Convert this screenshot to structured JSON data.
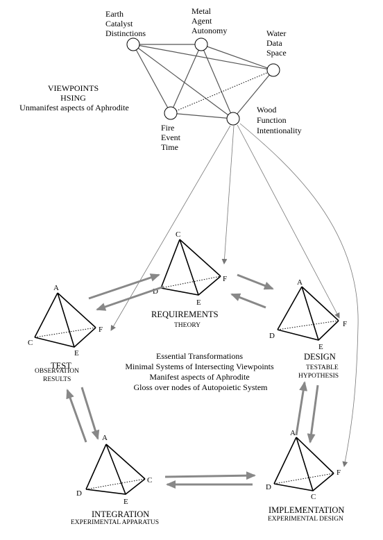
{
  "nodes": {
    "earth": [
      "Earth",
      "Catalyst",
      "Distinctions"
    ],
    "metal": [
      "Metal",
      "Agent",
      "Autonomy"
    ],
    "water": [
      "Water",
      "Data",
      "Space"
    ],
    "fire": [
      "Fire",
      "Event",
      "Time"
    ],
    "wood": [
      "Wood",
      "Function",
      "Intentionality"
    ]
  },
  "viewpoints": [
    "VIEWPOINTS",
    "HSING",
    "Unmanifest aspects of Aphrodite"
  ],
  "center_text": [
    "Essential Transformations",
    "Minimal Systems of Intersecting Viewpoints",
    "Manifest aspects of Aphrodite",
    "Gloss over nodes of Autopoietic System"
  ],
  "tetrahedra": {
    "requirements": {
      "title": "REQUIREMENTS",
      "subtitle": "THEORY",
      "vertices": {
        "C": "C",
        "D": "D",
        "E": "E",
        "F": "F"
      }
    },
    "design": {
      "title": "DESIGN",
      "subtitle": [
        "TESTABLE",
        "HYPOTHESIS"
      ],
      "vertices": {
        "A": "A",
        "D": "D",
        "E": "E",
        "F": "F"
      }
    },
    "test": {
      "title": "TEST",
      "subtitle": [
        "OBSERVATION",
        "RESULTS"
      ],
      "vertices": {
        "A": "A",
        "C": "C",
        "E": "E",
        "F": "F"
      }
    },
    "integration": {
      "title": "INTEGRATION",
      "subtitle": "EXPERIMENTAL APPARATUS",
      "vertices": {
        "A": "A",
        "C": "C",
        "D": "D",
        "E": "E"
      }
    },
    "implementation": {
      "title": "IMPLEMENTATION",
      "subtitle": "EXPERIMENTAL DESIGN",
      "vertices": {
        "A": "A",
        "C": "C",
        "D": "D",
        "F": "F"
      }
    }
  }
}
